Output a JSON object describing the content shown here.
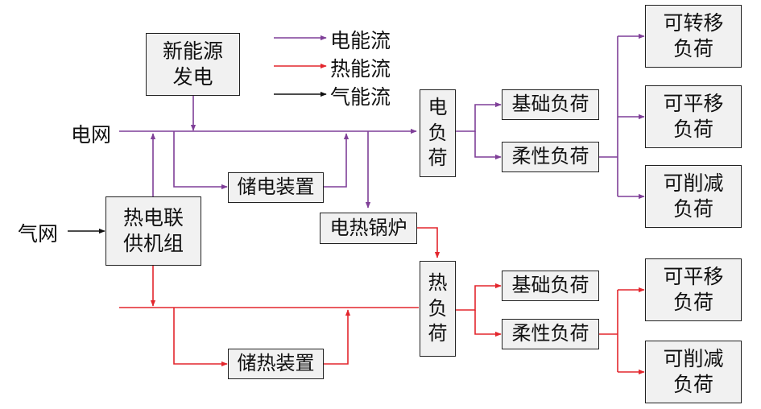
{
  "colors": {
    "electric": "#7f3f98",
    "heat": "#e3262d",
    "gas": "#111111",
    "box_fill": "#f1f1f1",
    "box_border": "#222222"
  },
  "legend": [
    {
      "label": "电能流",
      "color_key": "electric"
    },
    {
      "label": "热能流",
      "color_key": "heat"
    },
    {
      "label": "气能流",
      "color_key": "gas"
    }
  ],
  "labels": {
    "grid": "电网",
    "gas_grid": "气网"
  },
  "nodes": {
    "new_energy": [
      "新能源",
      "发电"
    ],
    "chp": [
      "热电联",
      "供机组"
    ],
    "electric_storage": [
      "储电装置"
    ],
    "electric_boiler": [
      "电热锅炉"
    ],
    "heat_storage": [
      "储热装置"
    ],
    "electric_load": [
      "电",
      "负",
      "荷"
    ],
    "heat_load": [
      "热",
      "负",
      "荷"
    ],
    "elec_base_load": [
      "基础负荷"
    ],
    "elec_flex_load": [
      "柔性负荷"
    ],
    "heat_base_load": [
      "基础负荷"
    ],
    "heat_flex_load": [
      "柔性负荷"
    ],
    "elec_transferable": [
      "可转移",
      "负荷"
    ],
    "elec_shiftable": [
      "可平移",
      "负荷"
    ],
    "elec_curtailable": [
      "可削减",
      "负荷"
    ],
    "heat_shiftable": [
      "可平移",
      "负荷"
    ],
    "heat_curtailable": [
      "可削减",
      "负荷"
    ]
  }
}
